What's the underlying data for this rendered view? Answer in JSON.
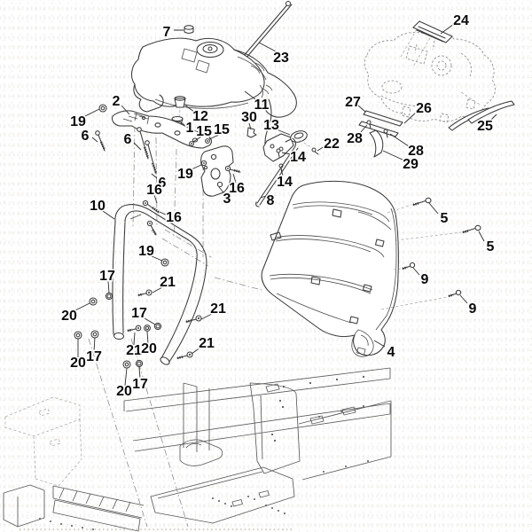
{
  "diagram": {
    "figure_type": "exploded-parts-diagram",
    "background_color": "#ffffff",
    "line_color": "#3a3a3a",
    "label_color": "#0b0b0b",
    "visible_part_numbers": [
      "1",
      "2",
      "3",
      "4",
      "5",
      "6",
      "7",
      "8",
      "9",
      "10",
      "11",
      "12",
      "13",
      "14",
      "15",
      "16",
      "17",
      "19",
      "20",
      "21",
      "22",
      "23",
      "24",
      "25",
      "26",
      "27",
      "28",
      "29",
      "30"
    ],
    "callouts": [
      {
        "text": "7"
      },
      {
        "text": "23"
      },
      {
        "text": "24"
      },
      {
        "text": "11"
      },
      {
        "text": "12"
      },
      {
        "text": "1"
      },
      {
        "text": "2"
      },
      {
        "text": "19"
      },
      {
        "text": "6"
      },
      {
        "text": "6"
      },
      {
        "text": "15"
      },
      {
        "text": "15"
      },
      {
        "text": "30"
      },
      {
        "text": "13"
      },
      {
        "text": "22"
      },
      {
        "text": "14"
      },
      {
        "text": "14"
      },
      {
        "text": "8"
      },
      {
        "text": "27"
      },
      {
        "text": "26"
      },
      {
        "text": "25"
      },
      {
        "text": "28"
      },
      {
        "text": "28"
      },
      {
        "text": "29"
      },
      {
        "text": "19"
      },
      {
        "text": "16"
      },
      {
        "text": "3"
      },
      {
        "text": "6"
      },
      {
        "text": "16"
      },
      {
        "text": "16"
      },
      {
        "text": "10"
      },
      {
        "text": "19"
      },
      {
        "text": "17"
      },
      {
        "text": "21"
      },
      {
        "text": "20"
      },
      {
        "text": "17"
      },
      {
        "text": "21"
      },
      {
        "text": "21"
      },
      {
        "text": "20"
      },
      {
        "text": "20"
      },
      {
        "text": "17"
      },
      {
        "text": "21"
      },
      {
        "text": "20"
      },
      {
        "text": "17"
      },
      {
        "text": "5"
      },
      {
        "text": "5"
      },
      {
        "text": "9"
      },
      {
        "text": "9"
      },
      {
        "text": "4"
      }
    ]
  }
}
